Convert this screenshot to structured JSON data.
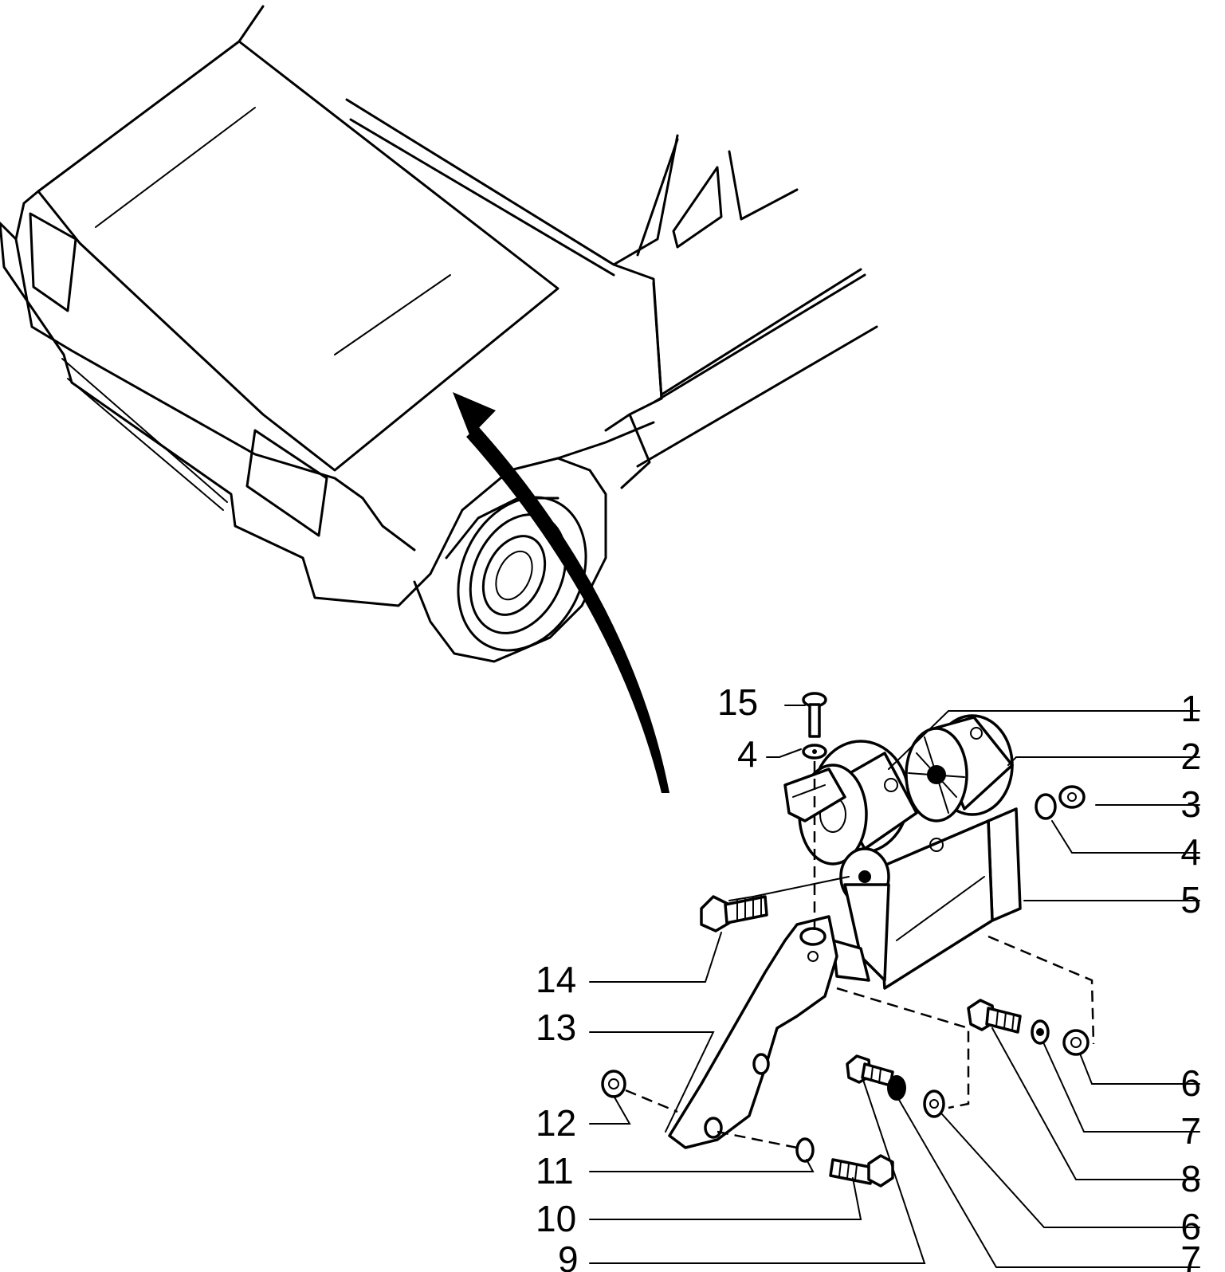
{
  "diagram": {
    "callouts": [
      {
        "id": "c15",
        "label": "15"
      },
      {
        "id": "c4a",
        "label": "4"
      },
      {
        "id": "c1",
        "label": "1"
      },
      {
        "id": "c2",
        "label": "2"
      },
      {
        "id": "c3",
        "label": "3"
      },
      {
        "id": "c4b",
        "label": "4"
      },
      {
        "id": "c5",
        "label": "5"
      },
      {
        "id": "c14",
        "label": "14"
      },
      {
        "id": "c13",
        "label": "13"
      },
      {
        "id": "c12",
        "label": "12"
      },
      {
        "id": "c11",
        "label": "11"
      },
      {
        "id": "c10",
        "label": "10"
      },
      {
        "id": "c9",
        "label": "9"
      },
      {
        "id": "c6a",
        "label": "6"
      },
      {
        "id": "c7a",
        "label": "7"
      },
      {
        "id": "c8",
        "label": "8"
      },
      {
        "id": "c6b",
        "label": "6"
      },
      {
        "id": "c7b",
        "label": "7"
      }
    ]
  }
}
